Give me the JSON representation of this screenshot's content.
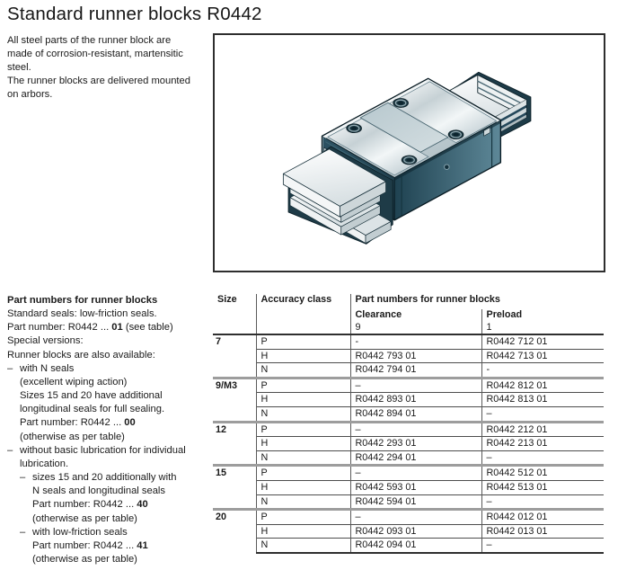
{
  "page": {
    "title": "Standard runner blocks R0442"
  },
  "intro": {
    "lines": [
      "All steel parts of the runner block are",
      "made of corrosion-resistant, martensitic",
      "steel.",
      "The runner blocks are delivered mounted",
      "on arbors."
    ]
  },
  "notes": {
    "heading": "Part numbers for runner blocks",
    "dash": "–",
    "line1": "Standard seals: low-friction seals.",
    "line2_prefix": "Part number: R0442 ... ",
    "line2_bold": "01",
    "line2_suffix": " (see table)",
    "line3": "Special versions:",
    "line4": "Runner blocks are also available:",
    "b1_l1": "with N seals",
    "b1_l2": "(excellent wiping action)",
    "b1_l3": "Sizes 15 and 20 have additional",
    "b1_l4": "longitudinal seals for full sealing.",
    "b1_l5_prefix": "Part number: R0442 ... ",
    "b1_l5_bold": "00",
    "b1_l6": "(otherwise as per table)",
    "b2_l1": "without basic lubrication for individual",
    "b2_l2": "lubrication.",
    "b2a_l1": "sizes 15 and 20 additionally with",
    "b2a_l2": "N seals and longitudinal seals",
    "b2a_l3_prefix": "Part number: R0442 ... ",
    "b2a_l3_bold": "40",
    "b2a_l4": "(otherwise as per table)",
    "b2b_l1": "with low-friction seals",
    "b2b_l2_prefix": "Part number: R0442 ... ",
    "b2b_l2_bold": "41",
    "b2b_l3": "(otherwise as per table)"
  },
  "table": {
    "col_size": "Size",
    "col_accuracy": "Accuracy class",
    "col_partnumbers": "Part numbers for runner blocks",
    "col_clearance": "Clearance",
    "col_preload": "Preload",
    "clearance_class": "9",
    "preload_class": "1",
    "groups": [
      {
        "size": "7",
        "rows": [
          [
            "P",
            "-",
            "R0442 712 01"
          ],
          [
            "H",
            "R0442 793 01",
            "R0442 713 01"
          ],
          [
            "N",
            "R0442 794 01",
            "-"
          ]
        ]
      },
      {
        "size": "9/M3",
        "rows": [
          [
            "P",
            "–",
            "R0442 812 01"
          ],
          [
            "H",
            "R0442 893 01",
            "R0442 813 01"
          ],
          [
            "N",
            "R0442 894 01",
            "–"
          ]
        ]
      },
      {
        "size": "12",
        "rows": [
          [
            "P",
            "–",
            "R0442 212 01"
          ],
          [
            "H",
            "R0442 293 01",
            "R0442 213 01"
          ],
          [
            "N",
            "R0442 294 01",
            "–"
          ]
        ]
      },
      {
        "size": "15",
        "rows": [
          [
            "P",
            "–",
            "R0442 512 01"
          ],
          [
            "H",
            "R0442 593 01",
            "R0442 513 01"
          ],
          [
            "N",
            "R0442 594 01",
            "–"
          ]
        ]
      },
      {
        "size": "20",
        "rows": [
          [
            "P",
            "–",
            "R0442 012 01"
          ],
          [
            "H",
            "R0442 093 01",
            "R0442 013 01"
          ],
          [
            "N",
            "R0442 094 01",
            "–"
          ]
        ]
      }
    ]
  },
  "colors": {
    "body_teal_dark": "#1f4251",
    "body_teal_light": "#5e8898",
    "steel_light": "#e9eef0",
    "steel_mid": "#c3ced3",
    "line_dark": "#2f2f2f",
    "group_separator_gray": "#9d9d9d"
  }
}
